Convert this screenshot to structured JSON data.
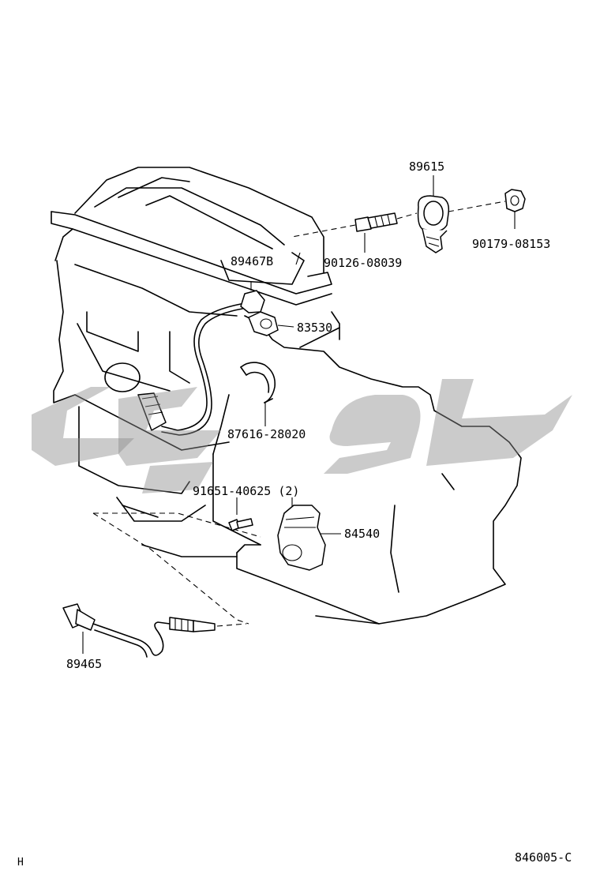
{
  "parts": {
    "knock_sensor": "89615",
    "stud_bolt": "90126-08039",
    "nut": "90179-08153",
    "connector_wire": "89467B",
    "temp_sensor": "83530",
    "clamp": "87616-28020",
    "bolt": "91651-40625 (2)",
    "neutral_switch": "84540",
    "oxygen_sensor": "89465"
  },
  "corner_mark": "H",
  "diagram_code": "846005-C",
  "watermark_color": "#8c8c8c"
}
